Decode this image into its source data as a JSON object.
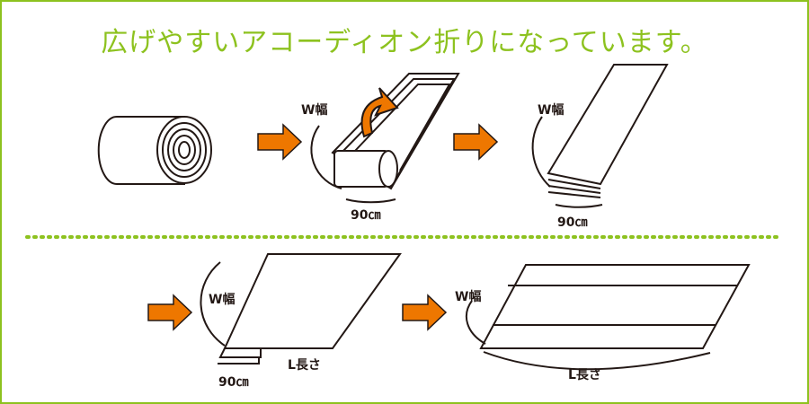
{
  "title": "広げやすいアコーディオン折りになっています。",
  "colors": {
    "accent": "#8dc21f",
    "arrow": "#ee7700",
    "line": "#231815"
  },
  "labels": {
    "width": "W幅",
    "width_size": "90㎝",
    "length": "L長さ"
  },
  "steps": [
    {
      "name": "rolled"
    },
    {
      "name": "unrolling"
    },
    {
      "name": "folded-strip"
    },
    {
      "name": "unfolding-length"
    },
    {
      "name": "fully-open"
    }
  ]
}
